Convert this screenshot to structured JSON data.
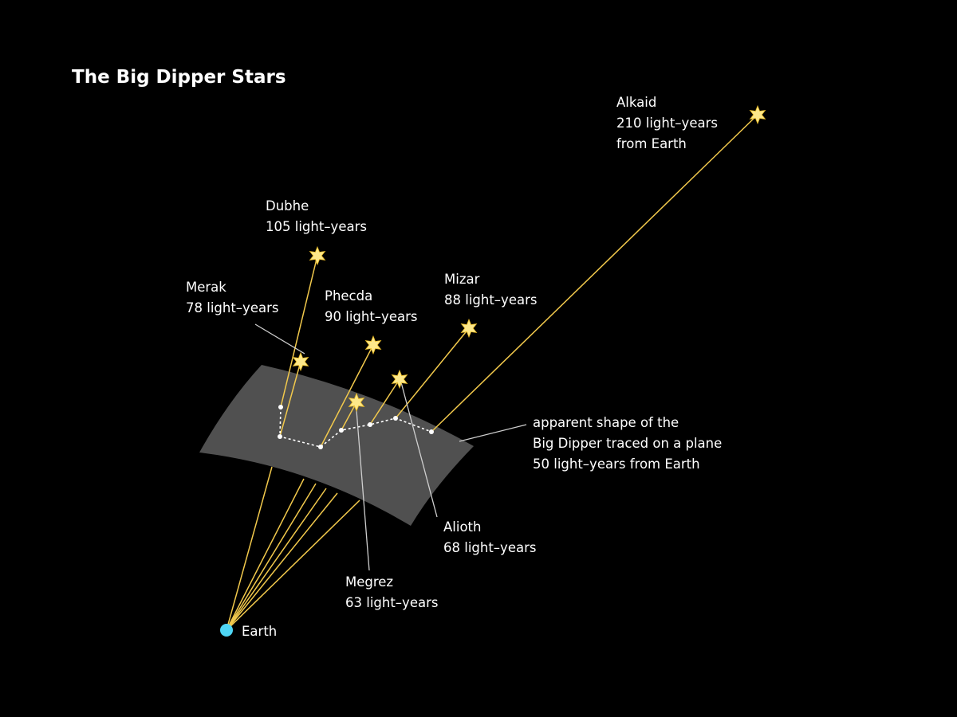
{
  "title": "The Big Dipper Stars",
  "observer": {
    "name": "Earth",
    "color": "#4fd6f5"
  },
  "plane": {
    "lines": [
      "apparent shape of the",
      "Big Dipper traced on a plane",
      "50 light–years from Earth"
    ],
    "color": "#505050"
  },
  "colors": {
    "sightline": "#f2c94c",
    "star": "#fde88a",
    "leader": "#cfcfcf",
    "background": "#000000"
  },
  "stars": [
    {
      "name": "Dubhe",
      "distance": "105 light–years",
      "extra": ""
    },
    {
      "name": "Merak",
      "distance": "78 light–years",
      "extra": ""
    },
    {
      "name": "Phecda",
      "distance": "90 light–years",
      "extra": ""
    },
    {
      "name": "Megrez",
      "distance": "63 light–years",
      "extra": ""
    },
    {
      "name": "Alioth",
      "distance": "68 light–years",
      "extra": ""
    },
    {
      "name": "Mizar",
      "distance": "88 light–years",
      "extra": ""
    },
    {
      "name": "Alkaid",
      "distance": "210 light–years",
      "extra": "from Earth"
    }
  ]
}
